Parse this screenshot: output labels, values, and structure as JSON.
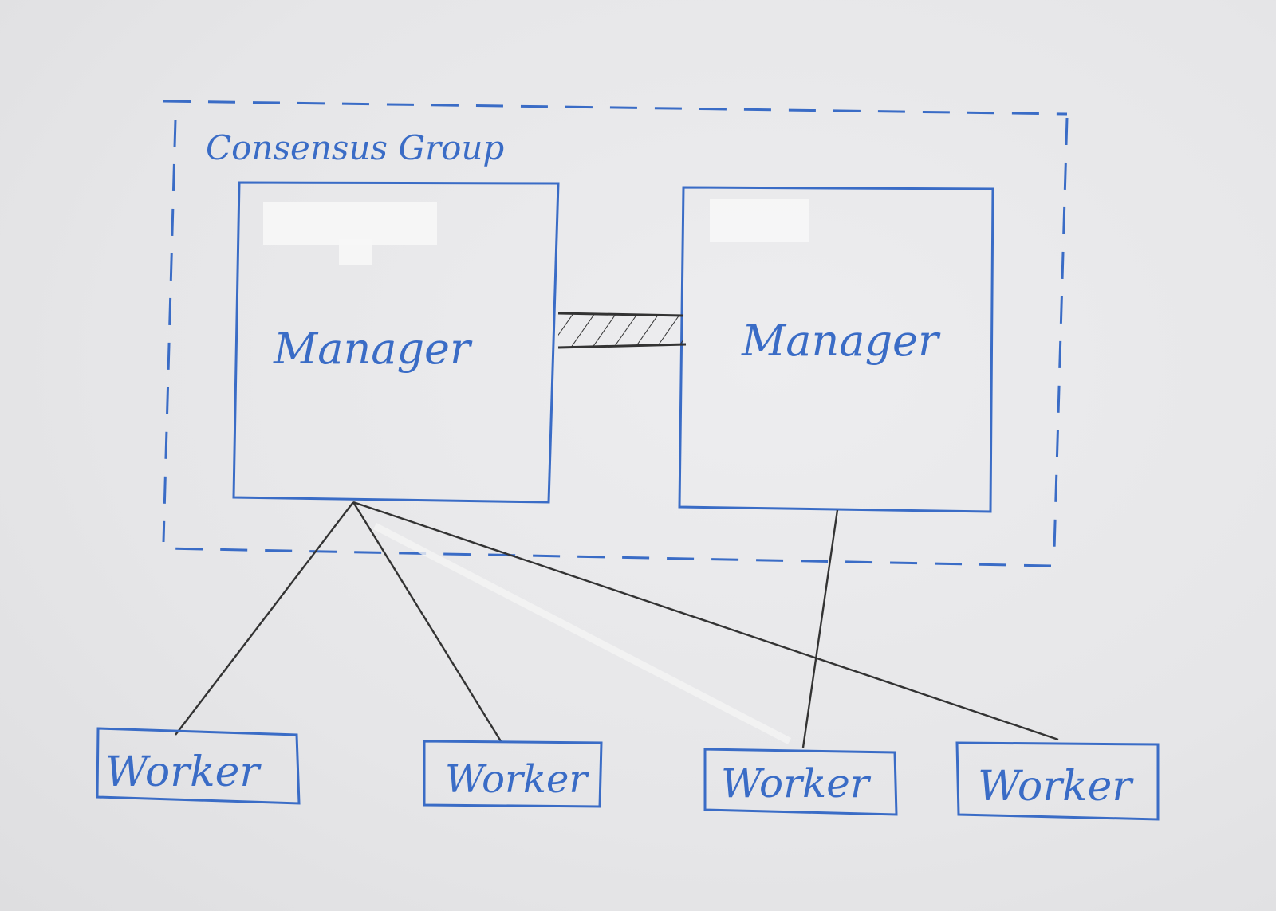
{
  "group": {
    "label": "Consensus Group"
  },
  "managers": [
    {
      "label": "Manager"
    },
    {
      "label": "Manager"
    }
  ],
  "workers": [
    {
      "label": "Worker"
    },
    {
      "label": "Worker"
    },
    {
      "label": "Worker"
    },
    {
      "label": "Worker"
    }
  ],
  "colors": {
    "ink_blue": "#3a6cc6",
    "ink_black": "#333333",
    "paper": "#e9e9eb"
  }
}
